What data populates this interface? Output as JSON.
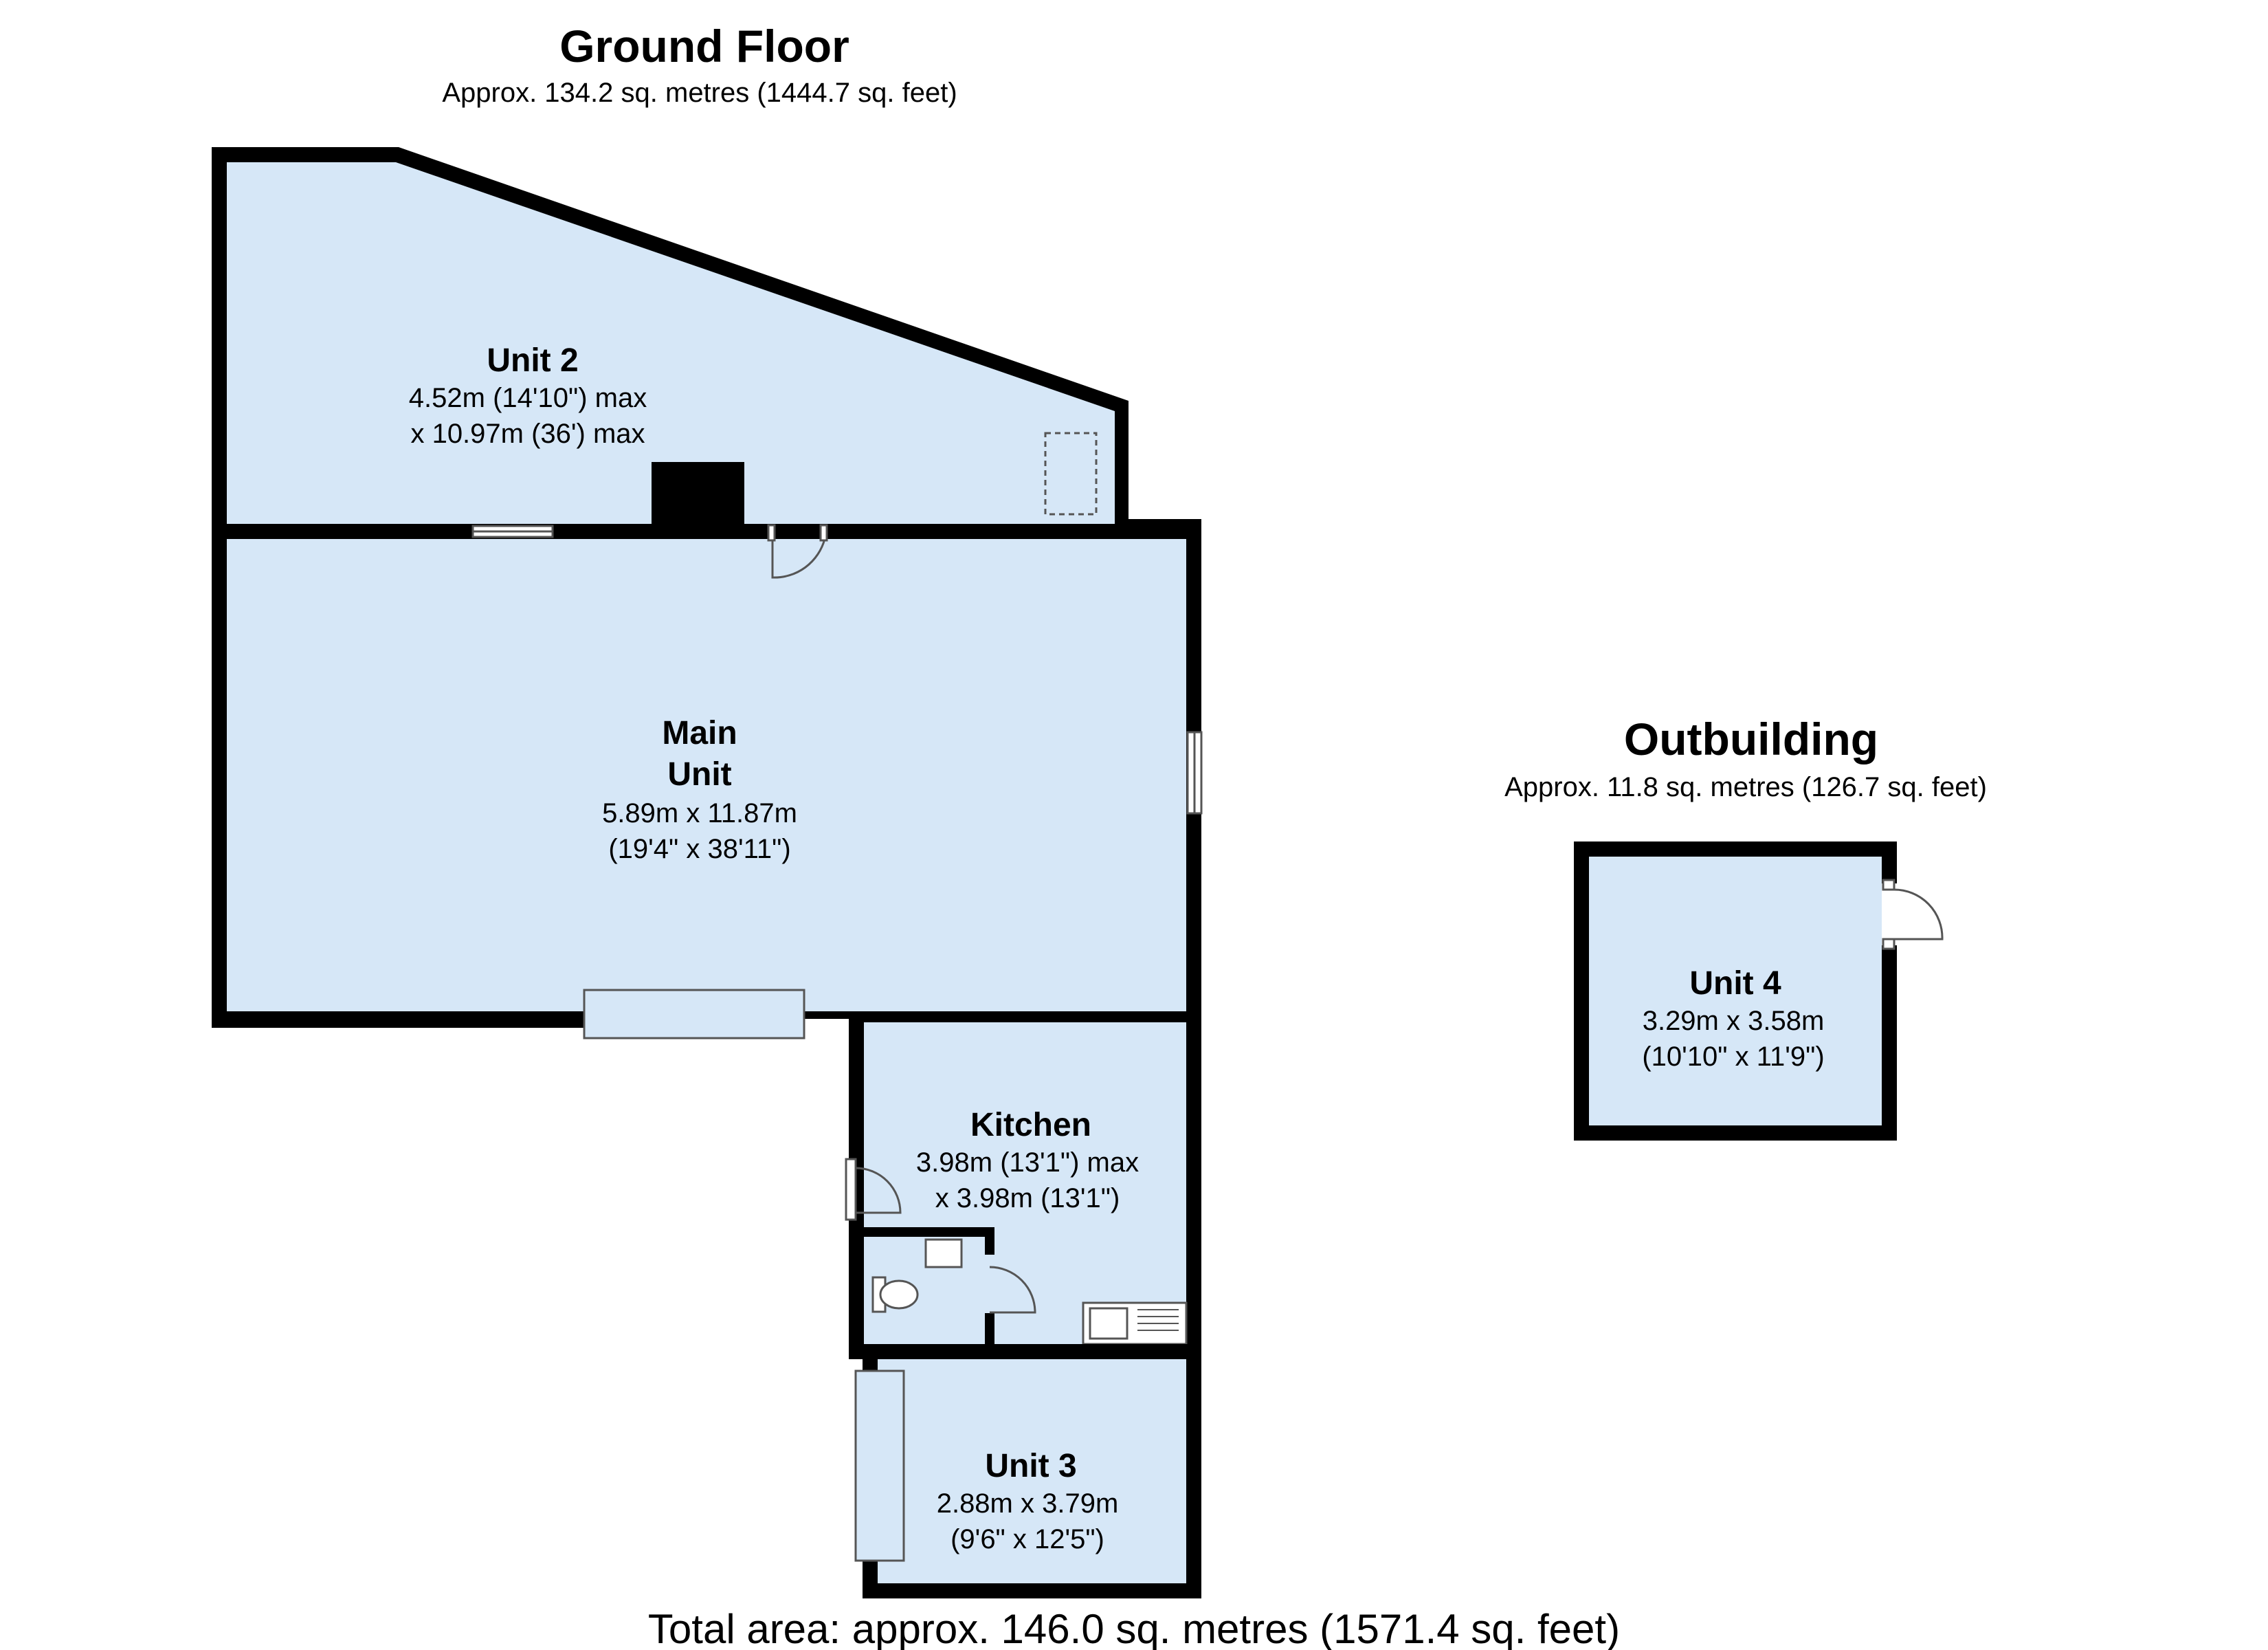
{
  "ground_floor": {
    "title": "Ground Floor",
    "area": "Approx. 134.2 sq. metres (1444.7 sq. feet)"
  },
  "outbuilding": {
    "title": "Outbuilding",
    "area": "Approx. 11.8 sq. metres (126.7 sq. feet)"
  },
  "rooms": {
    "unit2": {
      "name": "Unit 2",
      "dim1": "4.52m (14'10\") max",
      "dim2": "x 10.97m (36') max"
    },
    "main_unit": {
      "name1": "Main",
      "name2": "Unit",
      "dim1": "5.89m x 11.87m",
      "dim2": "(19'4\" x 38'11\")"
    },
    "kitchen": {
      "name": "Kitchen",
      "dim1": "3.98m (13'1\") max",
      "dim2": "x 3.98m (13'1\")"
    },
    "unit3": {
      "name": "Unit 3",
      "dim1": "2.88m x 3.79m",
      "dim2": "(9'6\" x 12'5\")"
    },
    "unit4": {
      "name": "Unit 4",
      "dim1": "3.29m x 3.58m",
      "dim2": "(10'10\" x 11'9\")"
    }
  },
  "total_area": "Total area: approx. 146.0 sq. metres (1571.4 sq. feet)",
  "colors": {
    "room_fill": "#d6e7f7",
    "wall": "#000000"
  }
}
